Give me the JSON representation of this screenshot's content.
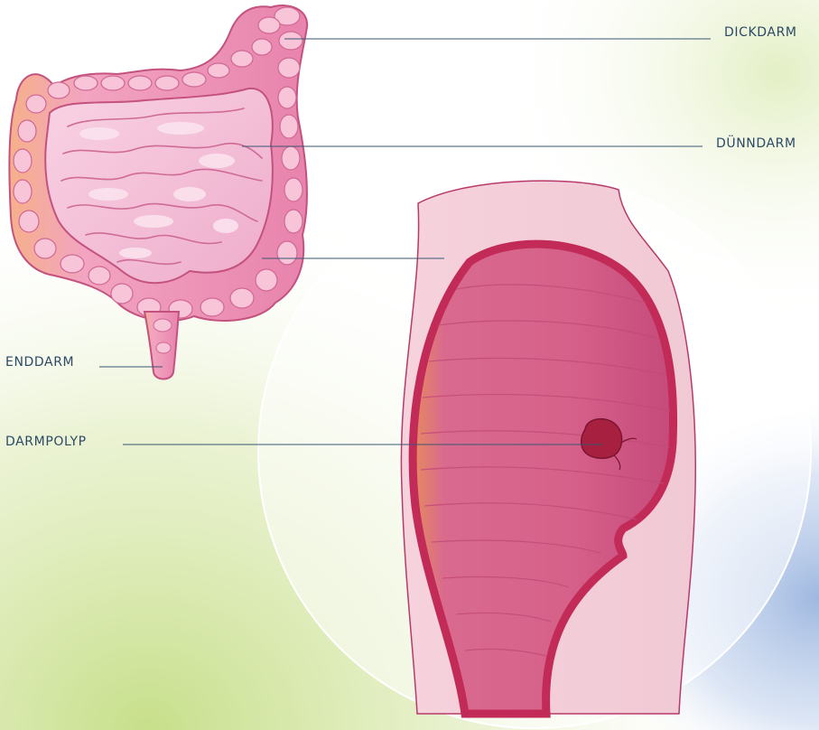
{
  "labels": {
    "dickdarm": "DICKDARM",
    "duenndarm": "DÜNNDARM",
    "enddarm": "ENDDARM",
    "darmpolyp": "DARMPOLYP"
  },
  "colors": {
    "label_text": "#2c4a66",
    "leader_line": "#3a5670",
    "intestine_pink": "#f3aac6",
    "rectum_wall": "#c9305e",
    "polyp": "#a8203f",
    "background_green": "#cfe39a",
    "background_blue": "#a8c0e4"
  }
}
